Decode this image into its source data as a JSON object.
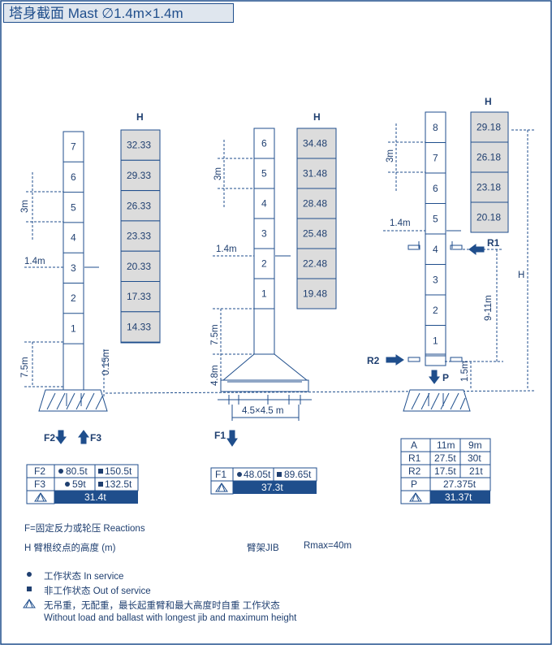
{
  "title": "塔身截面 Mast ∅1.4m×1.4m",
  "diagram1": {
    "h_label": "H",
    "sections": [
      "7",
      "6",
      "5",
      "4",
      "3",
      "2",
      "1"
    ],
    "heights": [
      "32.33",
      "29.33",
      "26.33",
      "23.33",
      "20.33",
      "17.33",
      "14.33"
    ],
    "dim_3m": "3m",
    "dim_1_4m": "1.4m",
    "dim_7_5m": "7.5m",
    "dim_0_15m": "0.15m",
    "f2_label": "F2",
    "f3_label": "F3",
    "table": {
      "rows": [
        {
          "name": "F2",
          "in_service": "80.5t",
          "out_service": "150.5t"
        },
        {
          "name": "F3",
          "in_service": "59t",
          "out_service": "132.5t"
        }
      ],
      "weight": "31.4t"
    }
  },
  "diagram2": {
    "h_label": "H",
    "sections": [
      "6",
      "5",
      "4",
      "3",
      "2",
      "1"
    ],
    "heights": [
      "34.48",
      "31.48",
      "28.48",
      "25.48",
      "22.48",
      "19.48"
    ],
    "dim_3m": "3m",
    "dim_1_4m": "1.4m",
    "dim_7_5m": "7.5m",
    "dim_4_8m": "4.8m",
    "base": "4.5×4.5 m",
    "f1_label": "F1",
    "table": {
      "row": {
        "name": "F1",
        "in_service": "48.05t",
        "out_service": "89.65t"
      },
      "weight": "37.3t"
    }
  },
  "diagram3": {
    "h_label": "H",
    "sections": [
      "8",
      "7",
      "6",
      "5",
      "4",
      "3",
      "2",
      "1"
    ],
    "heights": [
      "29.18",
      "26.18",
      "23.18",
      "20.18"
    ],
    "dim_3m": "3m",
    "dim_1_4m": "1.4m",
    "dim_9_11m": "9-11m",
    "dim_1_5m": "1.5m",
    "dim_h": "H",
    "r1_label": "R1",
    "r2_label": "R2",
    "p_label": "P",
    "table": {
      "rows": [
        {
          "a": "A",
          "b": "11m",
          "c": "9m"
        },
        {
          "a": "R1",
          "b": "27.5t",
          "c": "30t"
        },
        {
          "a": "R2",
          "b": "17.5t",
          "c": "21t"
        }
      ],
      "p_row": {
        "a": "P",
        "b": "27.375t"
      },
      "weight": "31.37t"
    }
  },
  "legend": {
    "line1": "F=固定反力或轮压  Reactions",
    "line2": "H  臂根绞点的高度 (m)",
    "jib": "臂架JIB",
    "rmax": "Rmax=40m",
    "in_service": "工作状态   In service",
    "out_service": "非工作状态   Out of service",
    "no_load": "无吊重，无配重，最长起重臂和最大高度时自重 工作状态",
    "no_load_en": "Without load and ballast with longest jib and maximum height"
  },
  "colors": {
    "primary": "#1f4e8c",
    "text": "#1f3f70",
    "grey": "#dcdcdc"
  }
}
